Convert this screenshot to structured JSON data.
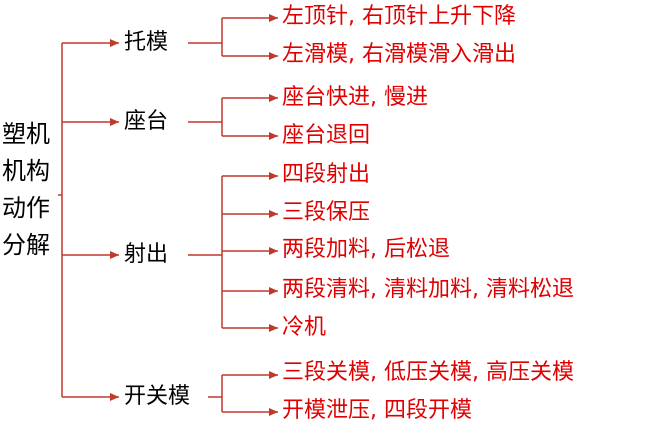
{
  "colors": {
    "line": "#c0392b",
    "text_main": "#000000",
    "text_leaf": "#e00000"
  },
  "root": {
    "lines": [
      "塑机",
      "机构",
      "动作",
      "分解"
    ]
  },
  "groups": [
    {
      "label": "托模",
      "items": [
        "左顶针, 右顶针上升下降",
        "左滑模, 右滑模滑入滑出"
      ]
    },
    {
      "label": "座台",
      "items": [
        "座台快进, 慢进",
        "座台退回"
      ]
    },
    {
      "label": "射出",
      "items": [
        "四段射出",
        "三段保压",
        "两段加料, 后松退",
        "两段清料, 清料加料, 清料松退",
        "冷机"
      ]
    },
    {
      "label": "开关模",
      "items": [
        "三段关模, 低压关模, 高压关模",
        "开模泄压, 四段开模"
      ]
    }
  ]
}
